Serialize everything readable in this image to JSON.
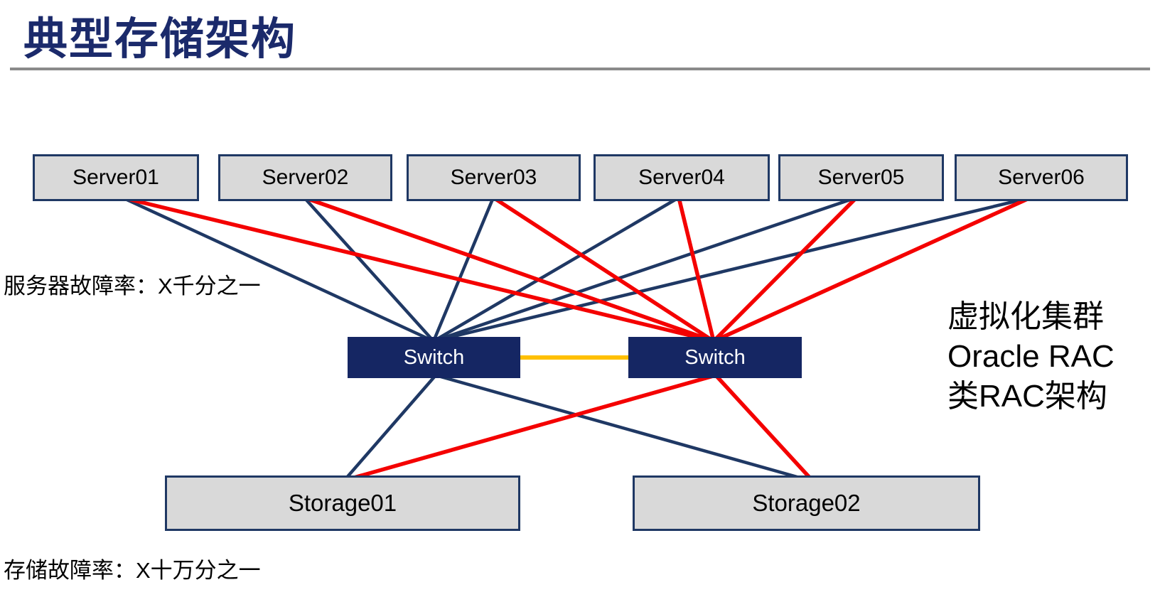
{
  "title": "典型存储架构",
  "captions": {
    "server_failure_rate": "服务器故障率：X千分之一",
    "storage_failure_rate": "存储故障率：X十万分之一",
    "annotation_lines": [
      "虚拟化集群",
      "Oracle RAC",
      "类RAC架构"
    ]
  },
  "nodes": {
    "servers": [
      {
        "id": "server1",
        "label": "Server01"
      },
      {
        "id": "server2",
        "label": "Server02"
      },
      {
        "id": "server3",
        "label": "Server03"
      },
      {
        "id": "server4",
        "label": "Server04"
      },
      {
        "id": "server5",
        "label": "Server05"
      },
      {
        "id": "server6",
        "label": "Server06"
      }
    ],
    "switches": [
      {
        "id": "switch1",
        "label": "Switch"
      },
      {
        "id": "switch2",
        "label": "Switch"
      }
    ],
    "storages": [
      {
        "id": "storage1",
        "label": "Storage01"
      },
      {
        "id": "storage2",
        "label": "Storage02"
      }
    ]
  },
  "edges": [
    {
      "from": "server1",
      "to": "switch1",
      "color": "blue"
    },
    {
      "from": "server2",
      "to": "switch1",
      "color": "blue"
    },
    {
      "from": "server3",
      "to": "switch1",
      "color": "blue"
    },
    {
      "from": "server4",
      "to": "switch1",
      "color": "blue"
    },
    {
      "from": "server5",
      "to": "switch1",
      "color": "blue"
    },
    {
      "from": "server6",
      "to": "switch1",
      "color": "blue"
    },
    {
      "from": "server1",
      "to": "switch2",
      "color": "red"
    },
    {
      "from": "server2",
      "to": "switch2",
      "color": "red"
    },
    {
      "from": "server3",
      "to": "switch2",
      "color": "red"
    },
    {
      "from": "server4",
      "to": "switch2",
      "color": "red"
    },
    {
      "from": "server5",
      "to": "switch2",
      "color": "red"
    },
    {
      "from": "server6",
      "to": "switch2",
      "color": "red"
    },
    {
      "from": "switch1",
      "to": "switch2",
      "color": "yellow"
    },
    {
      "from": "switch1",
      "to": "storage1",
      "color": "blue"
    },
    {
      "from": "switch1",
      "to": "storage2",
      "color": "blue"
    },
    {
      "from": "switch2",
      "to": "storage1",
      "color": "red"
    },
    {
      "from": "switch2",
      "to": "storage2",
      "color": "red"
    }
  ],
  "colors": {
    "blue_line": "#1F3864",
    "red_line": "#F40000",
    "yellow_line": "#FFC000",
    "node_fill": "#D9D9D9",
    "node_border": "#1F3864",
    "switch_fill": "#152663",
    "switch_text": "#FFFFFF",
    "title_color": "#1B2A6B",
    "divider": "#8A8A8A"
  }
}
